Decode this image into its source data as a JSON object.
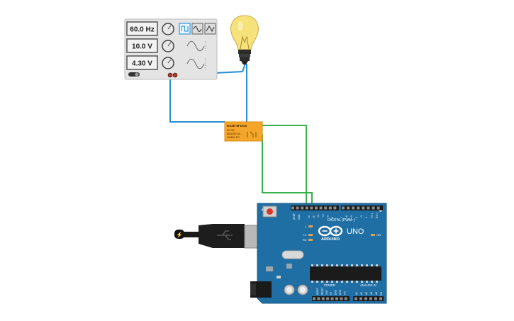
{
  "function_generator": {
    "frequency": "60.0 Hz",
    "amplitude": "10.0 V",
    "dc_offset": "4.30 V"
  },
  "relay": {
    "model": "KS2E-M-DC5",
    "line1": "DC 5V",
    "line2": "5A/125V AC",
    "line3": "2A/30V DC"
  },
  "arduino": {
    "brand": "ARDUINO",
    "model": "UNO",
    "on_label": "ON",
    "header_digital": "DIGITAL (PWM~)",
    "header_power": "POWER",
    "header_analog": "ANALOG IN",
    "aref": "AREF",
    "gnd": "GND",
    "tx": "TX",
    "rx": "RX",
    "l": "L",
    "pins_digital": [
      "13",
      "12",
      "~11",
      "~10",
      "~9",
      "8",
      "7",
      "~6",
      "~5",
      "4",
      "~3",
      "2",
      "TX 1",
      "RX 0"
    ],
    "pins_power": [
      "IOREF",
      "RESET",
      "3.3V",
      "5V",
      "GND",
      "GND",
      "Vin"
    ],
    "pins_analog": [
      "A0",
      "A1",
      "A2",
      "A3",
      "A4",
      "A5"
    ]
  },
  "colors": {
    "wire_blue": "#2a8fd0",
    "wire_green": "#35b04a",
    "board_blue": "#1f6fa5",
    "relay_orange": "#f5a52a",
    "bulb_yellow": "#f6e27a"
  }
}
